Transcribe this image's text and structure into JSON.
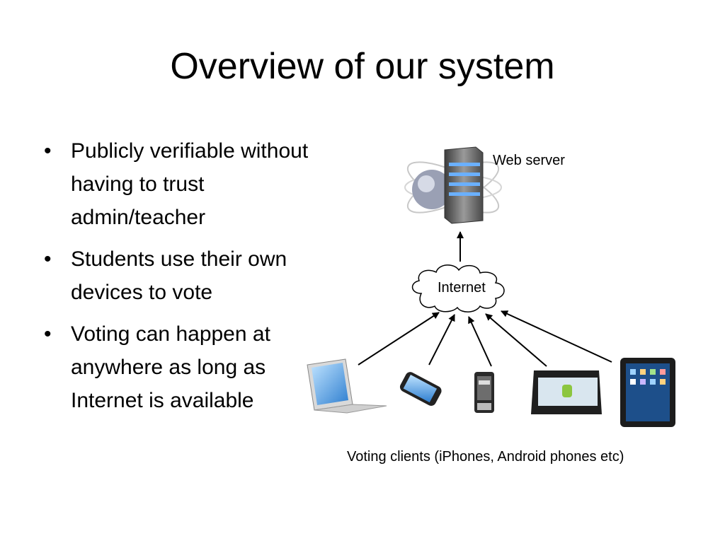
{
  "slide": {
    "title": "Overview of our system",
    "bullets": [
      "Publicly verifiable without having to trust admin/teacher",
      "Students use their own devices to vote",
      "Voting can happen at anywhere as long as Internet is available"
    ]
  },
  "diagram": {
    "server_label": "Web server",
    "network_label": "Internet",
    "clients_caption": "Voting clients (iPhones, Android phones etc)",
    "nodes": {
      "server": "server-icon",
      "network": "cloud-icon",
      "clients": [
        "laptop-icon",
        "smartphone-icon",
        "smartphone-icon",
        "android-tablet-icon",
        "tablet-icon"
      ]
    }
  }
}
